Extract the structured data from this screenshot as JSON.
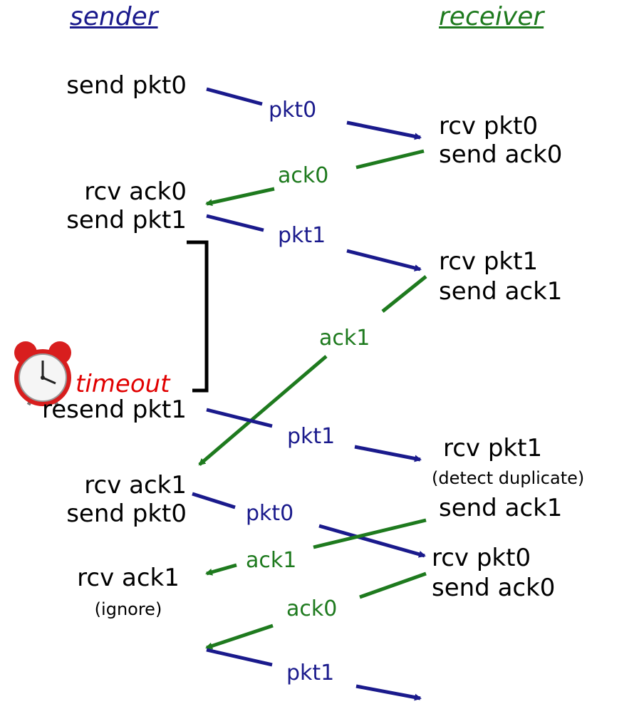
{
  "headers": {
    "sender": "sender",
    "receiver": "receiver"
  },
  "colors": {
    "packet": "#1a1a8c",
    "ack": "#1e7a1e",
    "header_sender": "#1a1a8c",
    "header_receiver": "#1e7a1e",
    "timeout": "#e10000"
  },
  "sender_events": {
    "e1": "send pkt0",
    "e2a": "rcv ack0",
    "e2b": "send pkt1",
    "timeout": "timeout",
    "e3": "resend pkt1",
    "e4a": "rcv ack1",
    "e4b": "send pkt0",
    "e5a": "rcv ack1",
    "e5b": "(ignore)"
  },
  "receiver_events": {
    "r1a": "rcv pkt0",
    "r1b": "send ack0",
    "r2a": "rcv pkt1",
    "r2b": "send ack1",
    "r3a": "rcv pkt1",
    "r3b": "(detect duplicate)",
    "r3c": "send ack1",
    "r4a": "rcv pkt0",
    "r4b": "send ack0"
  },
  "messages": {
    "m1": "pkt0",
    "m2": "ack0",
    "m3": "pkt1",
    "m4": "ack1",
    "m5": "pkt1",
    "m6": "pkt0",
    "m7": "ack1",
    "m8": "ack0",
    "m9": "pkt1"
  },
  "icons": {
    "alarm": "alarm-clock-icon"
  }
}
